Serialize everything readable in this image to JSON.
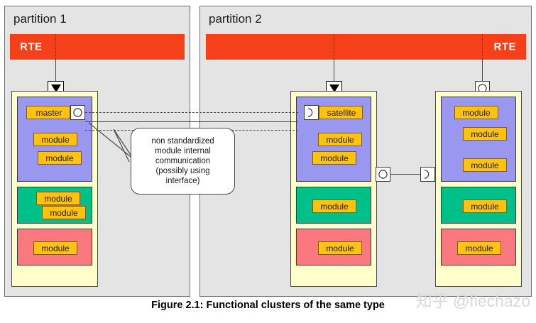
{
  "caption": "Figure 2.1: Functional clusters of the same type",
  "watermark": "知乎 @flechazo",
  "colors": {
    "partition_bg": "#e4e4e4",
    "rte": "#f5401a",
    "cluster_bg": "#ffffcc",
    "group_purple": "#9a97f0",
    "group_green": "#00c08a",
    "group_red": "#f9797f",
    "module_chip": "#ffc20e",
    "page_bg": "#ffffff"
  },
  "callout": {
    "lines": [
      "non standardized",
      "module internal",
      "communication",
      "(possibly using",
      "interface)"
    ],
    "text": "non standardized module internal communication (possibly using interface)"
  },
  "partitions": [
    {
      "title": "partition 1",
      "rte": {
        "label": "RTE",
        "label_side": "left"
      },
      "clusters": [
        {
          "top_connector": "triangle",
          "groups": [
            {
              "type": "purple",
              "modules": [
                {
                  "label": "master",
                  "port": "ball",
                  "port_side": "right"
                },
                {
                  "label": "module"
                },
                {
                  "label": "module"
                }
              ]
            },
            {
              "type": "green",
              "modules": [
                {
                  "label": "module"
                },
                {
                  "label": "module"
                }
              ]
            },
            {
              "type": "red",
              "modules": [
                {
                  "label": "module"
                }
              ]
            }
          ]
        }
      ]
    },
    {
      "title": "partition 2",
      "rte": {
        "label": "RTE",
        "label_side": "right"
      },
      "clusters": [
        {
          "top_connector": "triangle",
          "groups": [
            {
              "type": "purple",
              "modules": [
                {
                  "label": "satellite",
                  "port": "socket",
                  "port_side": "left"
                },
                {
                  "label": "module"
                },
                {
                  "label": "module"
                }
              ]
            },
            {
              "type": "green",
              "modules": [
                {
                  "label": "module"
                }
              ]
            },
            {
              "type": "red",
              "modules": [
                {
                  "label": "module"
                }
              ]
            }
          ]
        },
        {
          "top_connector": "ball",
          "groups": [
            {
              "type": "purple",
              "modules": [
                {
                  "label": "module"
                },
                {
                  "label": "module"
                },
                {
                  "label": "module"
                }
              ]
            },
            {
              "type": "green",
              "modules": [
                {
                  "label": "module"
                }
              ]
            },
            {
              "type": "red",
              "modules": [
                {
                  "label": "module"
                }
              ]
            }
          ]
        }
      ]
    }
  ],
  "connections": [
    {
      "from": "master-ball",
      "to": "satellite-socket",
      "style": "solid-with-dashdot-pair"
    },
    {
      "from": "cluster-2a-ball",
      "to": "cluster-2b-socket",
      "style": "solid"
    }
  ],
  "icons": {
    "ball": "provided-interface-ball-icon",
    "socket": "required-interface-socket-icon",
    "triangle": "delegation-triangle-icon"
  }
}
